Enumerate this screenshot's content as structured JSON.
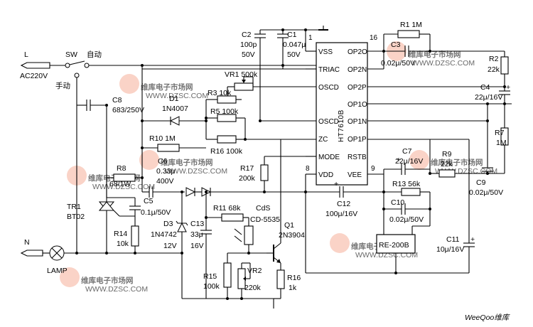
{
  "watermark": {
    "cn": "维库电子市场网",
    "url": "WWW.DZSC.COM",
    "brand": "WeeQoo维库"
  },
  "ic": {
    "name": "HT7610B",
    "pins_left": [
      "VSS",
      "TRIAC",
      "OSCD",
      "OSCD",
      "ZC",
      "MODE",
      "VDD"
    ],
    "pins_right": [
      "OP2O",
      "OP2N",
      "OP2P",
      "OP1O",
      "OP1N",
      "OP1P",
      "RSTB",
      "VEE"
    ],
    "pin_numbers": [
      "1",
      "16",
      "8",
      "9"
    ]
  },
  "labels": {
    "L": "L",
    "ac": "AC220V",
    "sw": "SW",
    "auto": "自动",
    "manual": "手动",
    "N": "N",
    "lamp": "LAMP",
    "C8a": "C8",
    "C8a_v": "683/250V",
    "D1": "D1",
    "D1_v": "1N4007",
    "R10": "R10  1M",
    "C6": "C6",
    "C6_v1": "0.33μ",
    "C6_v2": "400V",
    "R8": "R8",
    "R8_v": "68/1W",
    "TR1": "TR1",
    "TR1_v": "BT02",
    "C5": "C5",
    "C5_v": "0.1μ/50V",
    "R14": "R14",
    "R14_v": "10k",
    "D3": "D3",
    "D3_v1": "1N4742",
    "D3_v2": "12V",
    "C13": "C13",
    "C13_v1": "33μ",
    "C13_v2": "16V",
    "R11": "R11   68k",
    "CdS": "CdS",
    "CdS_v": "CD-5535",
    "Q1": "Q1",
    "Q1_v": "2N3904",
    "R15": "R15",
    "R15_v": "100k",
    "VR2": "VR2",
    "VR2_v": "220k",
    "R16": "R16",
    "R16_v": "1k",
    "C2": "C2",
    "C2_v1": "100p",
    "C2_v2": "50V",
    "C1": "C1",
    "C1_v1": "0.047μ",
    "C1_v2": "50V",
    "VR1": "VR1   500k",
    "R3": "R3   10k",
    "R5": "R5     100k",
    "R16b": "R16     100k",
    "R17": "R17",
    "R17_v": "200k",
    "R1": "R1     1M",
    "C3": "C3",
    "C3_v": "0.02μ/50V",
    "R2": "R2",
    "R2_v": "22k",
    "C4": "C4",
    "C4_v": "22μ/16V",
    "R7": "R7",
    "R7_v": "1M",
    "C7": "C7",
    "C7_v": "22μ/16V",
    "R9": "R9",
    "R9_v": "22k",
    "C9": "C9",
    "C9_v": "0.02μ/50V",
    "R13": "R13     56k",
    "C10": "C10",
    "C10_v": "0.02μ/50V",
    "C12": "C12",
    "C12_v": "100μ/16V",
    "RE": "RE-200B",
    "C11": "C11",
    "C11_v": "10μ/16V"
  }
}
